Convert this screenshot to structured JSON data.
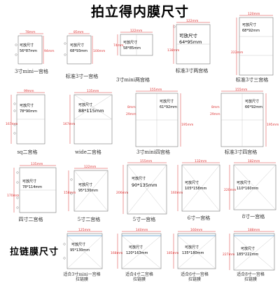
{
  "title": "拍立得内膜尺寸",
  "zipper_title": "拉链膜尺寸",
  "items": [
    {
      "caption": "3寸mini一宫格",
      "w": "78mm",
      "h": "94mm",
      "s1": "可放尺寸",
      "s2": "56*87mm"
    },
    {
      "caption": "标准3寸一宫格",
      "w": "85mm",
      "h": "100mm",
      "s1": "可放尺寸",
      "s2": "68*93mm"
    },
    {
      "caption": "3寸mini两宫格",
      "w": "122mm",
      "h": "74mm",
      "s1": "可放尺寸",
      "s2": "58*85mm"
    },
    {
      "caption": "标准3寸两宫格",
      "w": "122mm",
      "h": "138mm",
      "s1": "可放尺寸",
      "s2": "64*95mm"
    },
    {
      "caption": "标准3寸三宫格",
      "w": "120mm",
      "h": "222mm",
      "s1": "可放尺寸",
      "s2": "68*92mm"
    },
    {
      "caption": "sq二宫格",
      "w": "99mm",
      "h": "167mm",
      "s1": "可放尺寸",
      "s2": "78*90mm"
    },
    {
      "caption": "wide二宫格",
      "w": "135mm",
      "h": "167mm",
      "s1": "可放尺寸",
      "s2": "88*115mm"
    },
    {
      "caption": "3寸mini四宫格",
      "w": "155mm",
      "h": "195mm",
      "s1": "可放尺寸",
      "s2": "61*92mm",
      "gap": "8mm",
      "gap2": "29mm"
    },
    {
      "caption": "标准3寸四宫格",
      "w": "155mm",
      "h": "195mm",
      "s1": "可放尺寸",
      "s2": "66*92mm",
      "gap": "8mm",
      "gap2": "29mm"
    },
    {
      "caption": "四寸二宫格",
      "w": "135mm",
      "h": "170mm",
      "s1": "可放尺寸",
      "s2": "78*114mm"
    },
    {
      "caption": "5寸二宫格",
      "w": "122mm",
      "h": "158mm",
      "s1": "可放尺寸",
      "s2": "95*130mm"
    },
    {
      "caption": "5寸一宫格",
      "w": "155mm",
      "h": "206mm",
      "s1": "可放尺寸",
      "s2": "90*135mm"
    },
    {
      "caption": "6寸一宫格",
      "w": "132mm",
      "h": "160mm",
      "s1": "可放尺寸",
      "s2": "105*158mm"
    },
    {
      "caption": "8寸一宫格",
      "w": "182mm",
      "h": "220mm",
      "s1": "可放尺寸",
      "s2": "110*160mm"
    },
    {
      "caption": "适合3寸mini一宫格",
      "caption2": "拉链膜",
      "w": "125mm",
      "h": "",
      "s1": "可放尺寸",
      "s2": "95*130mm"
    },
    {
      "caption": "适合4寸二宫格",
      "caption2": "拉链膜",
      "w": "140mm",
      "h": "168mm",
      "s1": "可放尺寸",
      "s2": "120*163mm"
    },
    {
      "caption": "适合6寸一宫格",
      "caption2": "拉链膜",
      "w": "160mm",
      "h": "185mm",
      "s1": "可放尺寸",
      "s2": "135*180mm"
    },
    {
      "caption": "适合8寸一宫格",
      "caption2": "拉链膜",
      "w": "188mm",
      "h": "227mm",
      "s1": "可放尺寸",
      "s2": "185*222mm"
    }
  ]
}
